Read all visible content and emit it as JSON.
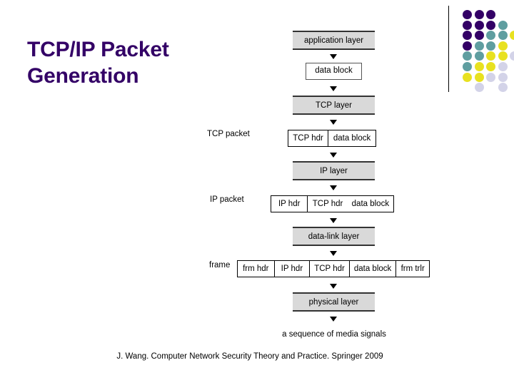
{
  "slide": {
    "title": "TCP/IP Packet Generation",
    "footer_citation": "J. Wang. Computer Network Security Theory and Practice. Springer 2009"
  },
  "decoration": {
    "rule_color": "#000000",
    "dot_colors": {
      "purple": "#330066",
      "teal": "#5F9EA0",
      "yellow": "#E8E120",
      "lavender": "#D3D3E8"
    },
    "dot_grid": [
      {
        "col": 0,
        "row": 0,
        "color": "purple"
      },
      {
        "col": 1,
        "row": 0,
        "color": "purple"
      },
      {
        "col": 2,
        "row": 0,
        "color": "purple"
      },
      {
        "col": 0,
        "row": 1,
        "color": "purple"
      },
      {
        "col": 1,
        "row": 1,
        "color": "purple"
      },
      {
        "col": 2,
        "row": 1,
        "color": "purple"
      },
      {
        "col": 3,
        "row": 1,
        "color": "teal"
      },
      {
        "col": 0,
        "row": 2,
        "color": "purple"
      },
      {
        "col": 1,
        "row": 2,
        "color": "purple"
      },
      {
        "col": 2,
        "row": 2,
        "color": "teal"
      },
      {
        "col": 3,
        "row": 2,
        "color": "teal"
      },
      {
        "col": 4,
        "row": 2,
        "color": "yellow"
      },
      {
        "col": 0,
        "row": 3,
        "color": "purple"
      },
      {
        "col": 1,
        "row": 3,
        "color": "teal"
      },
      {
        "col": 2,
        "row": 3,
        "color": "teal"
      },
      {
        "col": 3,
        "row": 3,
        "color": "yellow"
      },
      {
        "col": 0,
        "row": 4,
        "color": "teal"
      },
      {
        "col": 1,
        "row": 4,
        "color": "teal"
      },
      {
        "col": 2,
        "row": 4,
        "color": "yellow"
      },
      {
        "col": 3,
        "row": 4,
        "color": "yellow"
      },
      {
        "col": 4,
        "row": 4,
        "color": "lavender"
      },
      {
        "col": 0,
        "row": 5,
        "color": "teal"
      },
      {
        "col": 1,
        "row": 5,
        "color": "yellow"
      },
      {
        "col": 2,
        "row": 5,
        "color": "yellow"
      },
      {
        "col": 3,
        "row": 5,
        "color": "lavender"
      },
      {
        "col": 0,
        "row": 6,
        "color": "yellow"
      },
      {
        "col": 1,
        "row": 6,
        "color": "yellow"
      },
      {
        "col": 2,
        "row": 6,
        "color": "lavender"
      },
      {
        "col": 3,
        "row": 6,
        "color": "lavender"
      },
      {
        "col": 1,
        "row": 7,
        "color": "lavender"
      },
      {
        "col": 3,
        "row": 7,
        "color": "lavender"
      }
    ]
  },
  "diagram": {
    "layers": {
      "application": "application layer",
      "tcp": "TCP layer",
      "ip": "IP layer",
      "data_link": "data-link layer",
      "physical": "physical layer"
    },
    "data_block_box": "data block",
    "media_signals": "a sequence of media signals",
    "side_labels": {
      "tcp_packet": "TCP packet",
      "ip_packet": "IP packet",
      "frame": "frame"
    },
    "tcp_packet_cells": [
      "TCP hdr",
      "data block"
    ],
    "ip_packet_cells": [
      "IP hdr",
      "TCP hdr",
      "data block"
    ],
    "frame_cells": [
      "frm hdr",
      "IP hdr",
      "TCP hdr",
      "data block",
      "frm trlr"
    ]
  }
}
